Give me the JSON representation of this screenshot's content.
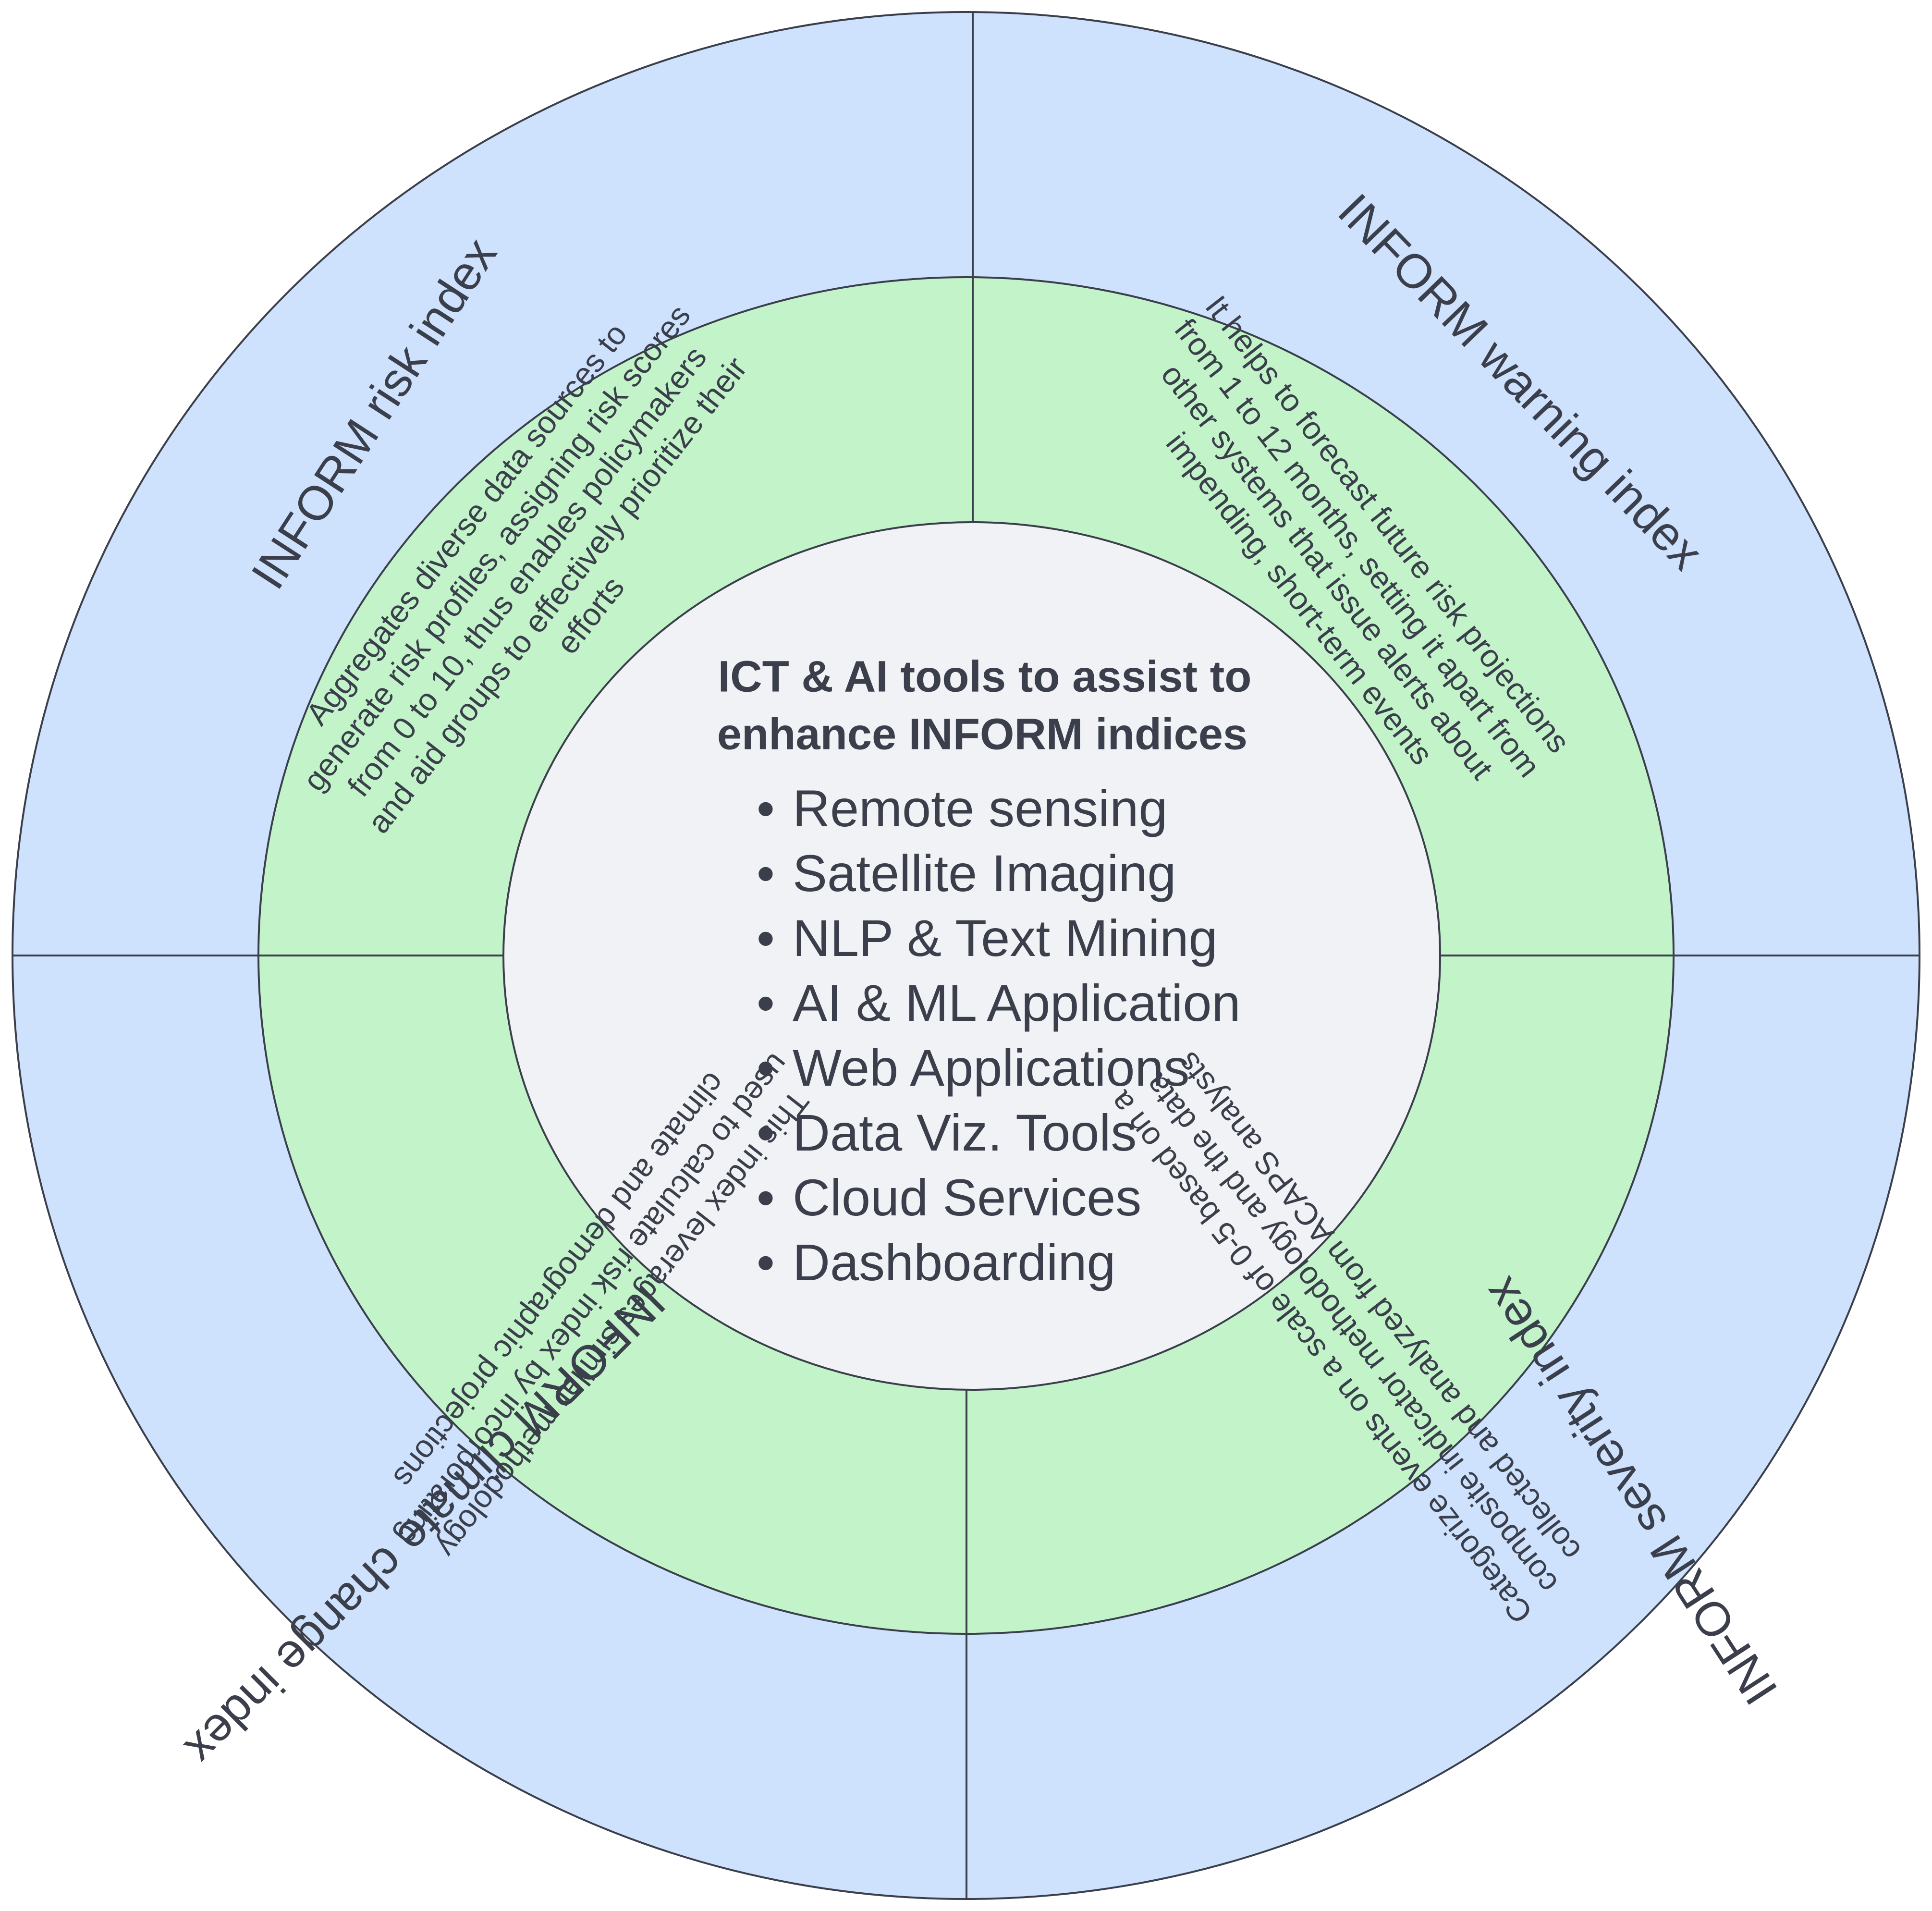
{
  "center": {
    "title_line1": "ICT & AI tools to assist to",
    "title_line2": "enhance INFORM indices",
    "bullet": "•",
    "tools": [
      "Remote sensing",
      "Satellite Imaging",
      "NLP & Text Mining",
      "AI & ML Application",
      "Web Applications",
      "Data Viz. Tools",
      "Cloud Services",
      "Dashboarding"
    ]
  },
  "sectors": {
    "risk": {
      "title": "INFORM risk index",
      "description": [
        "Aggregates diverse data sources to",
        "generate risk profiles, assigning risk scores",
        "from 0 to 10, thus enables policymakers",
        "and aid groups to effectively prioritize their",
        "efforts"
      ]
    },
    "warning": {
      "title": "INFORM warning index",
      "description": [
        "It helps to forecast future risk projections",
        "from 1 to 12 months, setting it apart from",
        "other systems that issue alerts about",
        "impending, short-term events"
      ]
    },
    "severity": {
      "title": "INFORM severity index",
      "description": [
        "Categorize events on a scale of 0-5 based on a",
        "composite indicator methodology and the data",
        "collected and analyzed from ACAPS analysts"
      ]
    },
    "climate": {
      "title": "INFORM climate change index",
      "description": [
        "This index leverages similar methodology",
        "used to calculate risk index by incorporating",
        "climate and demographic projections"
      ]
    }
  },
  "colors": {
    "outer_ring": "#cfe2fd",
    "middle_ring": "#c3f4c9",
    "center": "#f1f2f5",
    "stroke_and_text": "#3a3f4b"
  }
}
